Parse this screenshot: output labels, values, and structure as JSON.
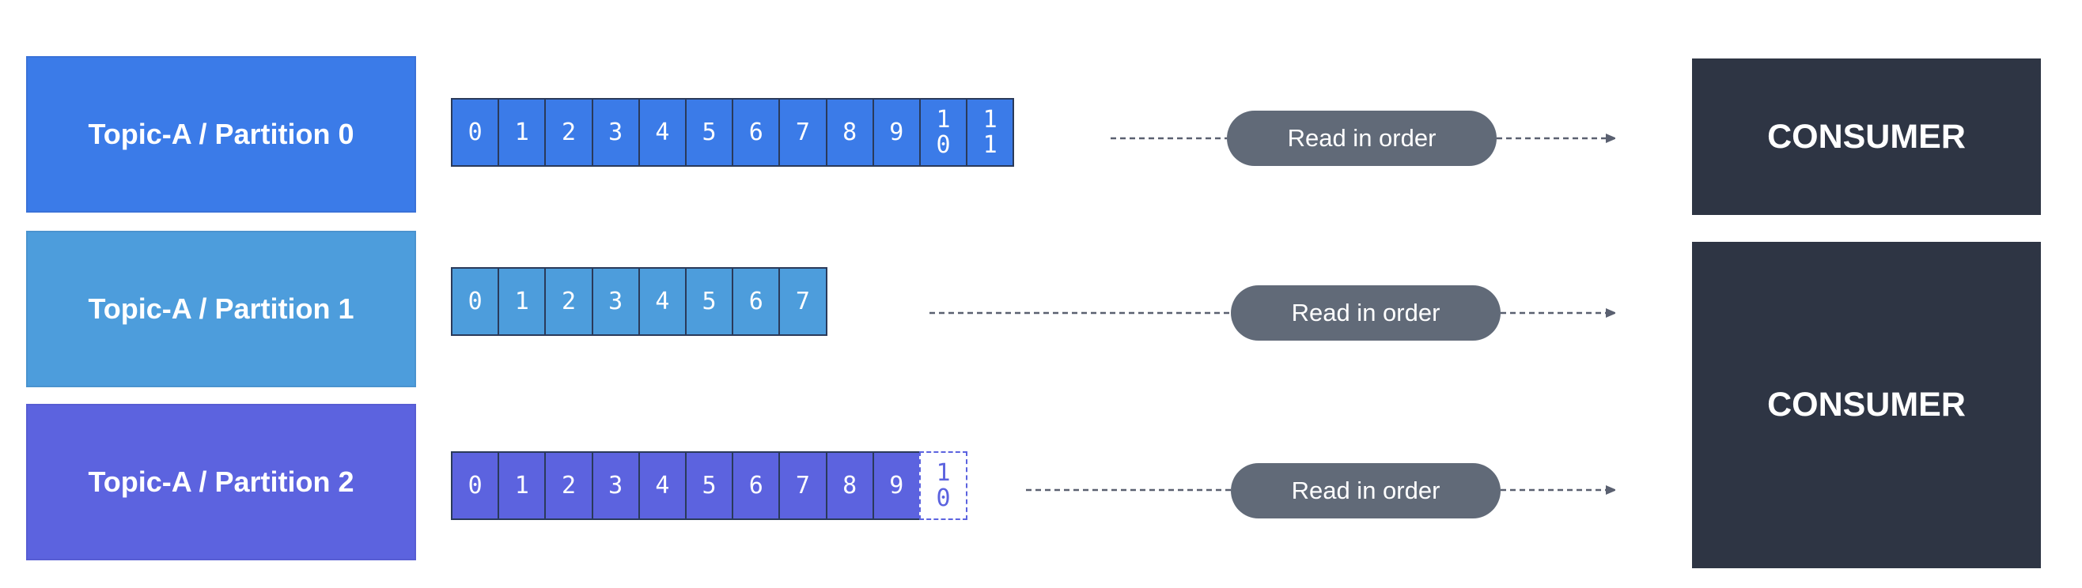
{
  "partitions": [
    {
      "label": "Topic-A / Partition 0",
      "color": "#3b7be8",
      "offsets": [
        "0",
        "1",
        "2",
        "3",
        "4",
        "5",
        "6",
        "7",
        "8",
        "9",
        "10",
        "11"
      ],
      "pending_offsets": []
    },
    {
      "label": "Topic-A / Partition 1",
      "color": "#4d9ddc",
      "offsets": [
        "0",
        "1",
        "2",
        "3",
        "4",
        "5",
        "6",
        "7"
      ],
      "pending_offsets": []
    },
    {
      "label": "Topic-A / Partition 2",
      "color": "#5c63df",
      "offsets": [
        "0",
        "1",
        "2",
        "3",
        "4",
        "5",
        "6",
        "7",
        "8",
        "9"
      ],
      "pending_offsets": [
        "10"
      ]
    }
  ],
  "read_labels": [
    "Read in order",
    "Read in order",
    "Read in order"
  ],
  "consumers": [
    "CONSUMER",
    "CONSUMER"
  ],
  "colors": {
    "pill": "#616a78",
    "consumer": "#2e3544",
    "arrow": "#5a6070"
  }
}
